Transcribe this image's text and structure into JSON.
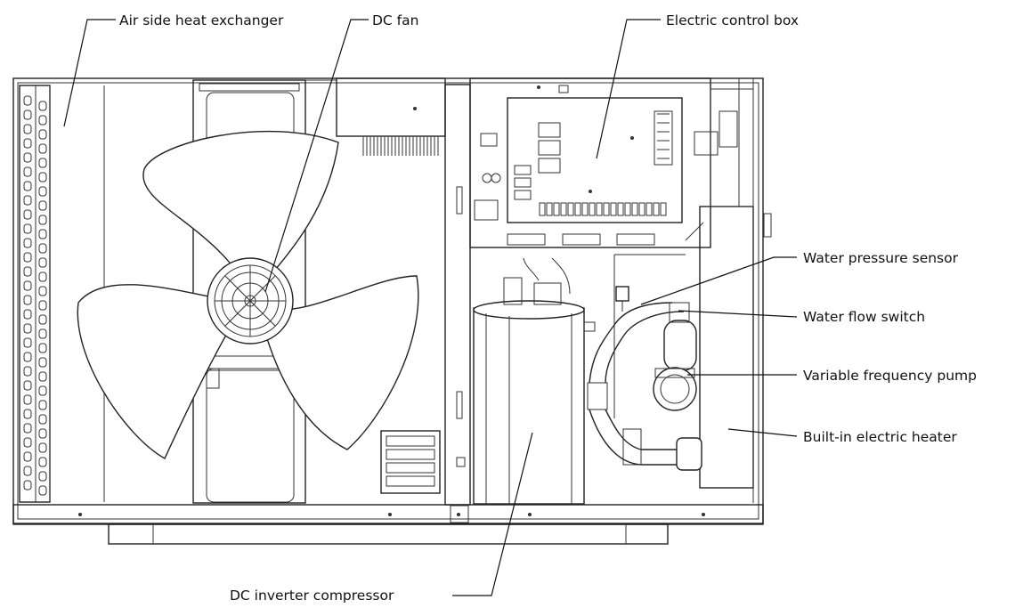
{
  "labels": {
    "air_side_heat_exchanger": "Air side heat exchanger",
    "dc_fan": "DC fan",
    "electric_control_box": "Electric control box",
    "water_pressure_sensor": "Water pressure sensor",
    "water_flow_switch": "Water flow switch",
    "variable_frequency_pump": "Variable frequency pump",
    "built_in_electric_heater": "Built-in electric heater",
    "dc_inverter_compressor": "DC inverter compressor"
  }
}
